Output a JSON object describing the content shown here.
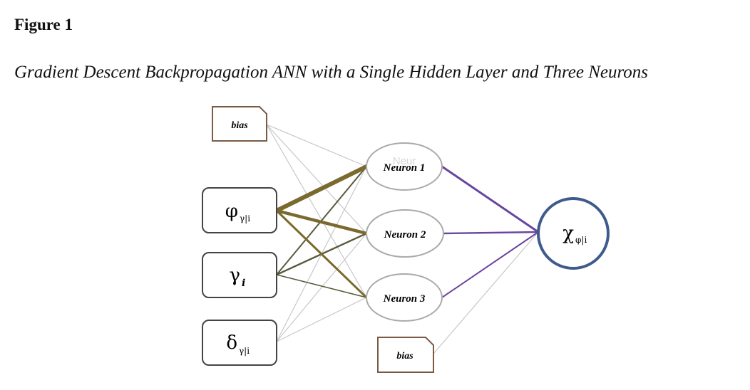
{
  "figure": {
    "label": "Figure 1",
    "caption": "Gradient Descent Backpropagation ANN with a Single Hidden Layer and Three Neurons"
  },
  "diagram": {
    "inputs": {
      "bias": "bias",
      "phi": {
        "base": "φ",
        "sub": "γ|i"
      },
      "gamma": {
        "base": "γ",
        "sub": "i"
      },
      "delta": {
        "base": "δ",
        "sub": "γ|i"
      }
    },
    "hidden": {
      "n1": "Neuron 1",
      "n1_ghost": "Neur",
      "n2": "Neuron 2",
      "n3": "Neuron 3"
    },
    "hidden_bias": "bias",
    "output": {
      "base": "χ",
      "sub": "φ|i"
    },
    "colors": {
      "bias_border": "#7a5a44",
      "input_border": "#444444",
      "neuron_border": "#aaaaaa",
      "output_border": "#3f5a8c",
      "phi_weights": "#7a6a2e",
      "gamma_weights": "#5a5a3c",
      "faint_weights": "#c8c8c8",
      "output_weights": "#6a45a0"
    }
  }
}
